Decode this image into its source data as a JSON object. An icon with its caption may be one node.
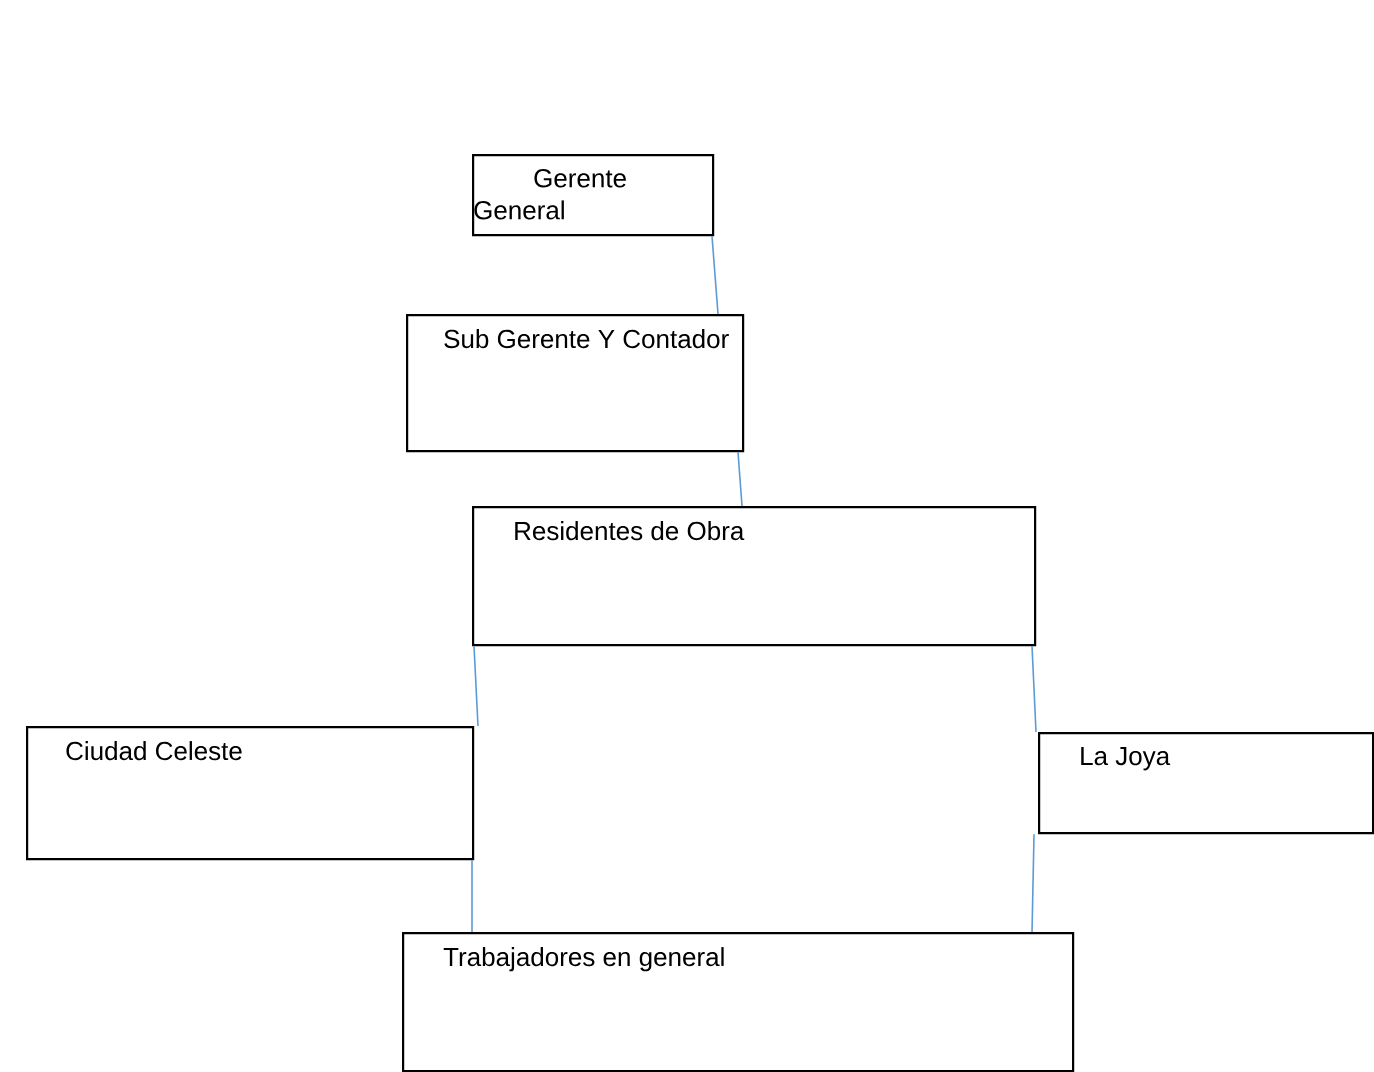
{
  "diagram": {
    "nodes": [
      {
        "text": [
          "Gerente General"
        ]
      },
      {
        "text": [
          "Sub Gerente Y Contador"
        ]
      },
      {
        "text": [
          "Residentes de Obra"
        ]
      },
      {
        "text": [
          "Ciudad Celeste"
        ]
      },
      {
        "text": [
          "La Joya"
        ]
      },
      {
        "text": [
          "Trabajadores en general"
        ]
      }
    ],
    "edges": [
      {
        "from": 0,
        "to": 1,
        "arrow": "none"
      },
      {
        "from": 1,
        "to": 2,
        "arrow": "none"
      },
      {
        "from": 2,
        "to": 3,
        "arrow": "none"
      },
      {
        "from": 2,
        "to": 4,
        "arrow": "none"
      },
      {
        "from": 3,
        "to": 5,
        "arrow": "none"
      },
      {
        "from": 4,
        "to": 5,
        "arrow": "none"
      }
    ]
  }
}
